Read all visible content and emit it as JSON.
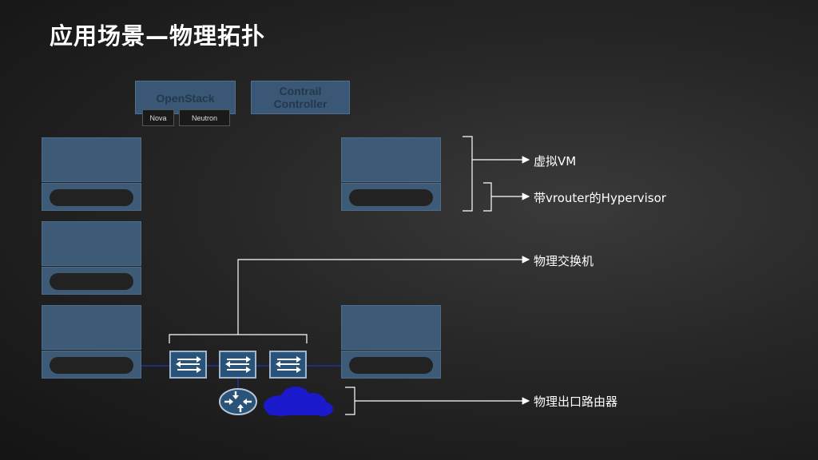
{
  "title": "应用场景—物理拓扑",
  "controllers": {
    "openstack": "OpenStack",
    "nova": "Nova",
    "neutron": "Neutron",
    "contrail": "Contrail Controller"
  },
  "annotations": {
    "vm": "虚拟VM",
    "hypervisor": "带vrouter的Hypervisor",
    "switch": "物理交换机",
    "router": "物理出口路由器"
  },
  "colors": {
    "server_fill": "#3d5a77",
    "switch_fill": "#2a5379",
    "cloud": "#1a1acc",
    "link": "#1f2e7a"
  },
  "icons": [
    "switch-icon",
    "router-icon",
    "cloud-icon"
  ]
}
